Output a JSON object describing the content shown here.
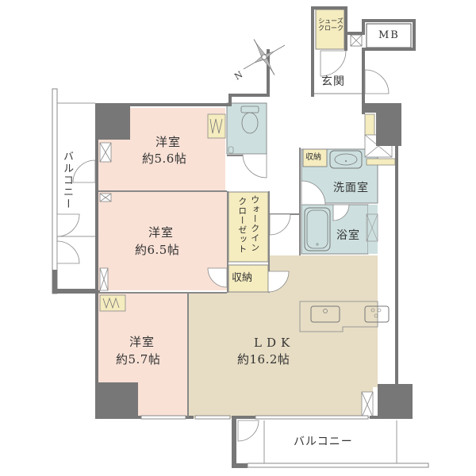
{
  "colors": {
    "wall": "#777777",
    "wall_edge": "#555555",
    "western_room": "#f9e1d6",
    "ldk": "#e7ddc4",
    "wet_area": "#cde0df",
    "storage": "#f5ecbf",
    "floor_white": "#ffffff",
    "line": "#888888"
  },
  "compass": {
    "north_label": "N"
  },
  "rooms": {
    "western_1": {
      "name": "洋室",
      "size": "約5.6帖"
    },
    "western_2": {
      "name": "洋室",
      "size": "約6.5帖"
    },
    "western_3": {
      "name": "洋室",
      "size": "約5.7帖"
    },
    "ldk": {
      "name": "LDK",
      "size": "約16.2帖"
    },
    "washroom": {
      "name": "洗面室"
    },
    "bathroom": {
      "name": "浴室"
    },
    "entrance": {
      "name": "玄関"
    }
  },
  "storage": {
    "shoe_closet_line1": "シューズ",
    "shoe_closet_line2": "クローク",
    "meter_box": "MB",
    "walk_in_closet": "ウォークインクローゼット",
    "walk_in_closet_col1": "ウォークイン",
    "walk_in_closet_col2": "クローゼット",
    "closet_main": "収納",
    "closet_wash": "収納"
  },
  "balconies": {
    "west": "バルコニー",
    "south": "バルコニー"
  }
}
